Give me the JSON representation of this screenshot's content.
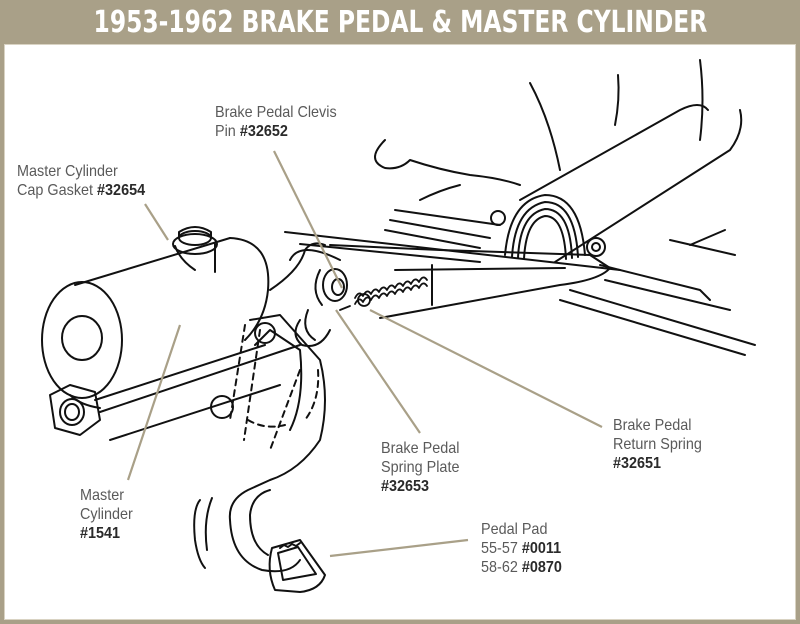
{
  "title": "1953-1962 BRAKE PEDAL & MASTER CYLINDER",
  "colors": {
    "header": "#a9a088",
    "leader": "#a9a088",
    "text": "#5a5a5a",
    "part_number": "#2a2a2a",
    "line_art": "#111111"
  },
  "callouts": {
    "clevis_pin": {
      "line1": "Brake Pedal Clevis",
      "line2": "Pin ",
      "part": "#32652"
    },
    "cap_gasket": {
      "line1": "Master Cylinder",
      "line2": "Cap Gasket ",
      "part": "#32654"
    },
    "master_cylinder": {
      "line1": "Master",
      "line2": "Cylinder",
      "part": "#1541"
    },
    "spring_plate": {
      "line1": "Brake Pedal",
      "line2": "Spring Plate",
      "part": "#32653"
    },
    "return_spring": {
      "line1": "Brake Pedal",
      "line2": "Return Spring",
      "part": "#32651"
    },
    "pedal_pad": {
      "line1": "Pedal Pad",
      "row1_years": "55-57 ",
      "row1_part": "#0011",
      "row2_years": "58-62 ",
      "row2_part": "#0870"
    }
  }
}
